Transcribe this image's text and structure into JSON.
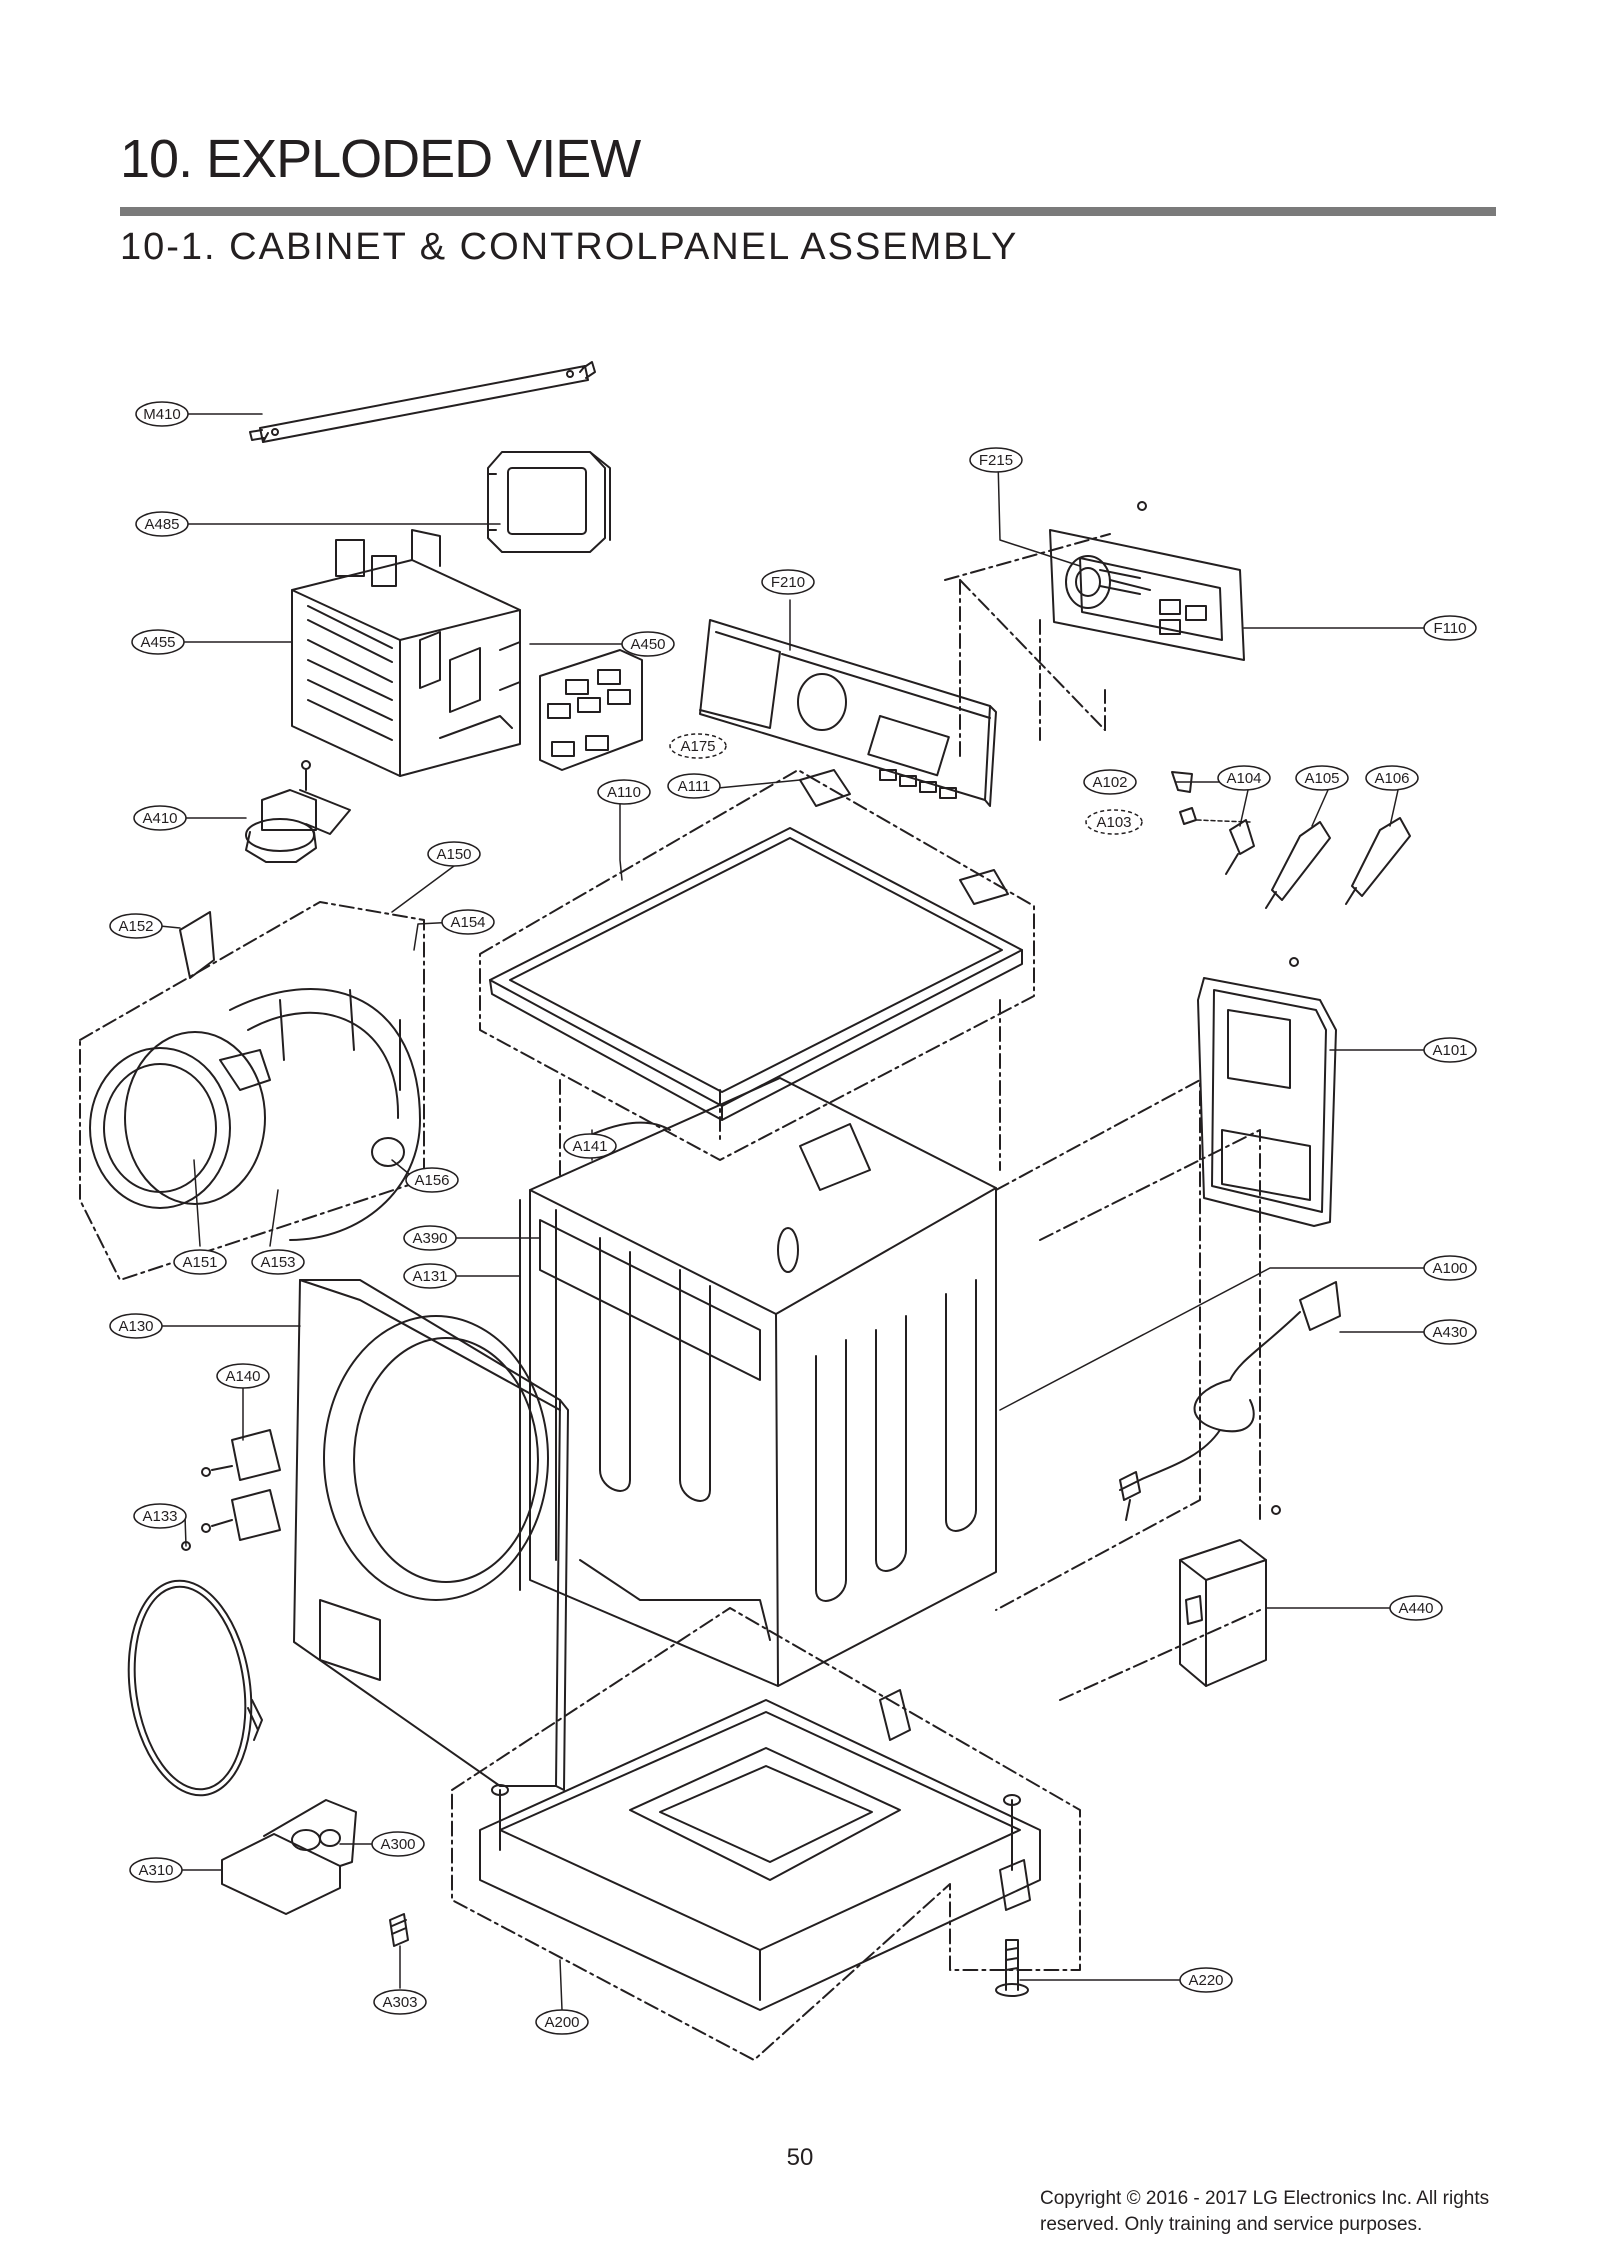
{
  "header": {
    "title": "10.   EXPLODED VIEW",
    "section": "10-1.   CABINET  & CONTROLPANEL ASSEMBLY"
  },
  "callouts": [
    "M410",
    "A485",
    "A455",
    "A450",
    "F215",
    "F210",
    "F110",
    "A175",
    "A111",
    "A110",
    "A410",
    "A102",
    "A104",
    "A105",
    "A106",
    "A103",
    "A150",
    "A152",
    "A154",
    "A101",
    "A141",
    "A156",
    "A390",
    "A151",
    "A153",
    "A131",
    "A100",
    "A130",
    "A430",
    "A140",
    "A133",
    "A440",
    "A300",
    "A310",
    "A220",
    "A303",
    "A200"
  ],
  "footer": {
    "page_number": "50",
    "copyright_line1": "Copyright © 2016 - 2017 LG Electronics Inc. All rights",
    "copyright_line2": "reserved. Only training and service purposes."
  }
}
